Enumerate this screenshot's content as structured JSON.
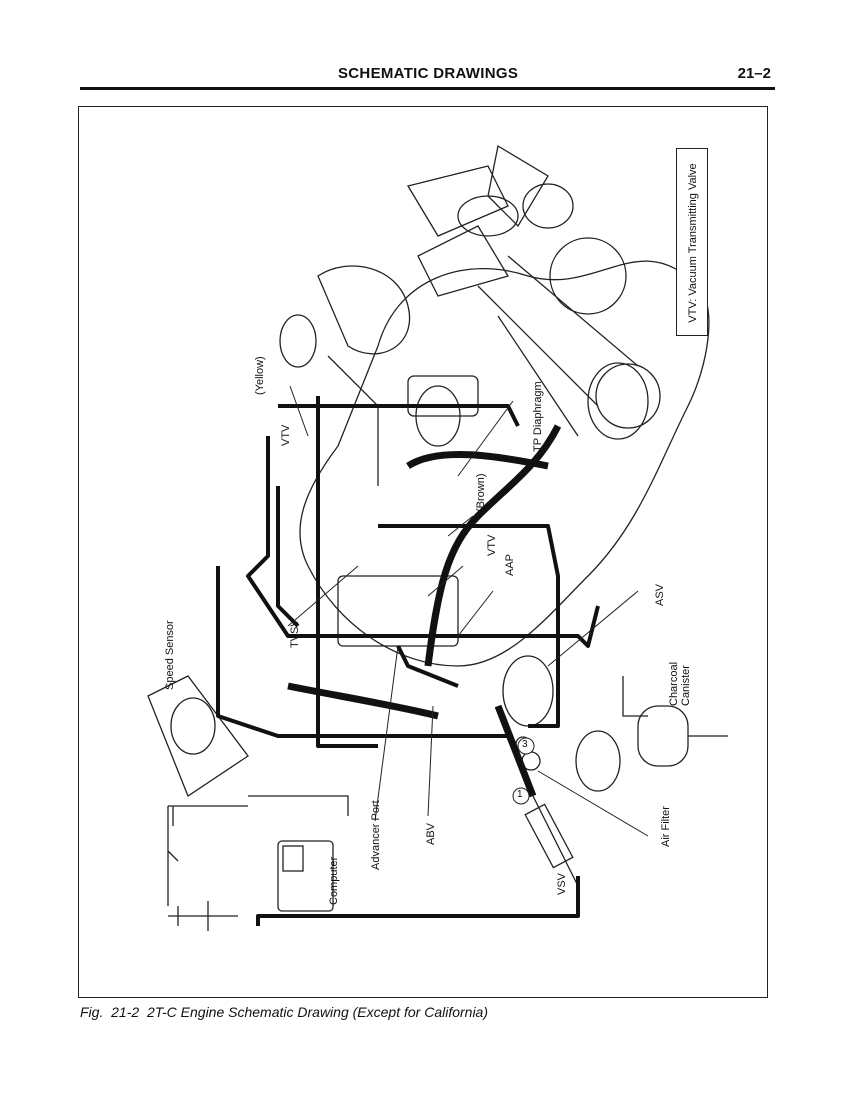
{
  "header": {
    "section_title": "SCHEMATIC DRAWINGS",
    "page_number": "21–2"
  },
  "diagram": {
    "legend": "VTV: Vacuum Transmitting Valve",
    "labels": {
      "yellow": "(Yellow)",
      "vtv_upper": "VTV",
      "tp_diaphragm": "TP Diaphragm",
      "brown": "(Brown)",
      "vtv_lower": "VTV",
      "aap": "AAP",
      "asv": "ASV",
      "tvsv": "TVSV",
      "speed_sensor": "Speed Sensor",
      "charcoal_canister": "Charcoal\nCanister",
      "computer": "Computer",
      "advancer_port": "Advancer Port",
      "abv": "ABV",
      "vsv": "VSV",
      "air_filter": "Air Filter",
      "port_1": "1",
      "port_3": "3"
    }
  },
  "caption": {
    "fig_label": "Fig.",
    "fig_number": "21-2",
    "text": "2T-C Engine Schematic Drawing (Except for California)"
  }
}
